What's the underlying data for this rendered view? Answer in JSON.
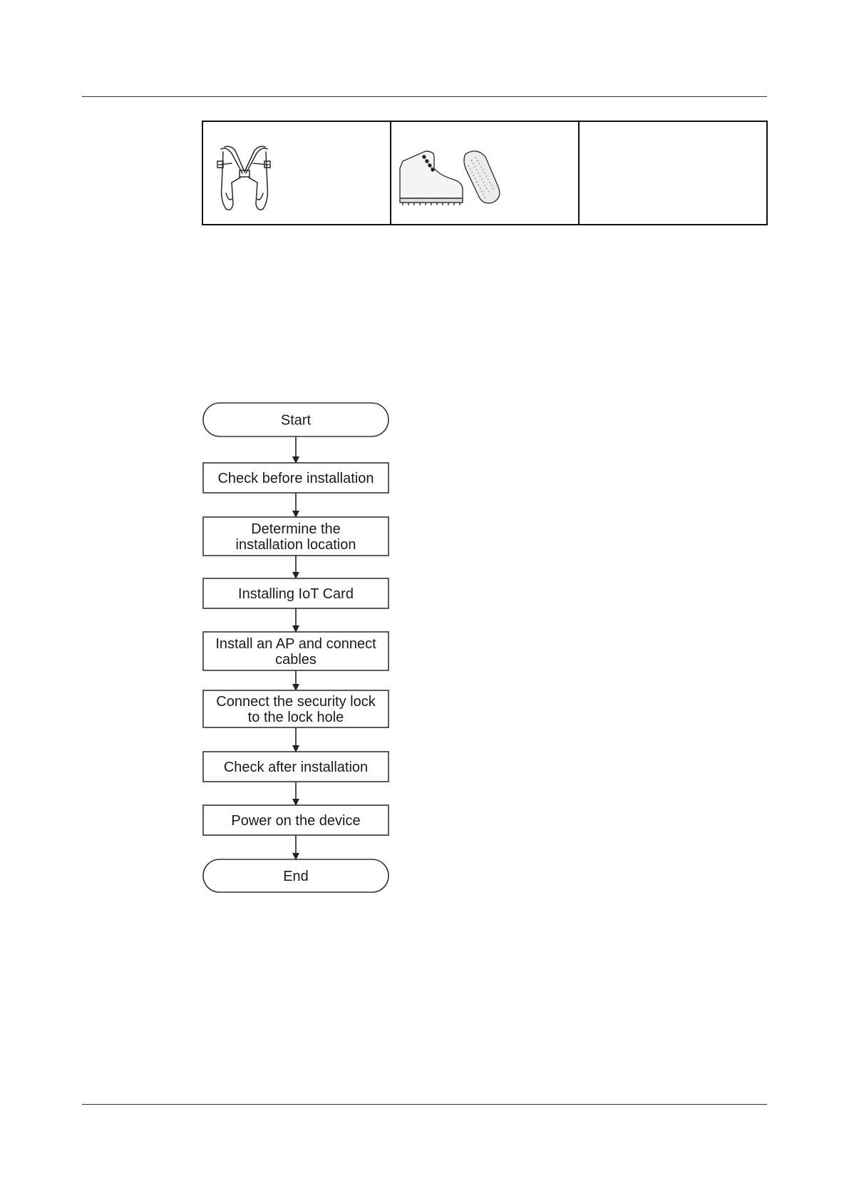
{
  "equipment": [
    {
      "icon": "safety-harness-icon"
    },
    {
      "icon": "safety-boots-icon"
    },
    {
      "icon": ""
    }
  ],
  "flowchart": {
    "nodes": [
      {
        "id": "start",
        "shape": "terminal",
        "lines": [
          "Start"
        ]
      },
      {
        "id": "check-before",
        "shape": "process",
        "lines": [
          "Check before installation"
        ]
      },
      {
        "id": "determine-location",
        "shape": "process",
        "lines": [
          "Determine the",
          "installation location"
        ]
      },
      {
        "id": "install-iot",
        "shape": "process",
        "lines": [
          "Installing IoT Card"
        ]
      },
      {
        "id": "install-ap",
        "shape": "process",
        "lines": [
          "Install an AP and connect",
          "cables"
        ]
      },
      {
        "id": "security-lock",
        "shape": "process",
        "lines": [
          "Connect the security lock",
          "to the lock hole"
        ]
      },
      {
        "id": "check-after",
        "shape": "process",
        "lines": [
          "Check after installation"
        ]
      },
      {
        "id": "power-on",
        "shape": "process",
        "lines": [
          "Power on the device"
        ]
      },
      {
        "id": "end",
        "shape": "terminal",
        "lines": [
          "End"
        ]
      }
    ]
  }
}
